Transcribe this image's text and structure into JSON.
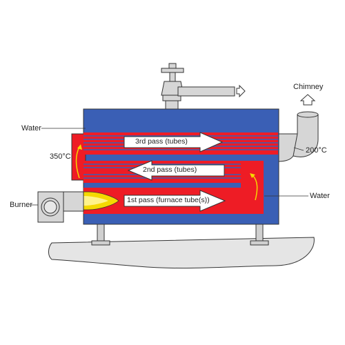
{
  "labels": {
    "chimney": "Chimney",
    "water_left": "Water",
    "water_right": "Water",
    "temp_left": "350°C",
    "temp_right": "200°C",
    "burner": "Burner",
    "pass1": "1st pass (furnace tube(s))",
    "pass2": "2nd pass (tubes)",
    "pass3": "3rd pass (tubes)"
  },
  "colors": {
    "water": "#3a5fb5",
    "hot_gas": "#ee1c25",
    "flame": "#f5d900",
    "piping": "#d6d6d6",
    "outline": "#333333"
  }
}
